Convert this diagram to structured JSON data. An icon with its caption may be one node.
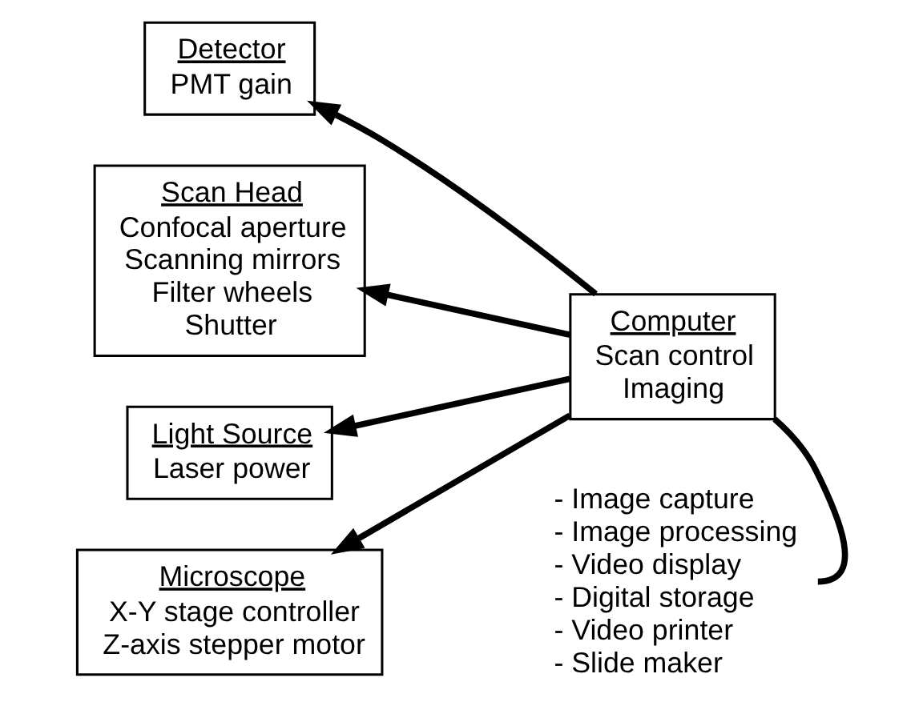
{
  "diagram": {
    "nodes": [
      {
        "text": [
          "Detector",
          "PMT gain"
        ]
      },
      {
        "text": [
          "Scan Head",
          "Confocal aperture",
          "Scanning mirrors",
          "Filter wheels",
          "Shutter"
        ]
      },
      {
        "text": [
          "Computer",
          "Scan control",
          "Imaging"
        ]
      },
      {
        "text": [
          "Light Source",
          "Laser power"
        ]
      },
      {
        "text": [
          "Microscope",
          "X-Y stage controller",
          "Z-axis stepper motor"
        ]
      },
      {
        "text": [
          "- Image capture",
          "- Image processing",
          "- Video display",
          "- Digital storage",
          "- Video printer",
          "- Slide maker"
        ]
      }
    ],
    "edges": [
      {
        "from": 2,
        "to": 0,
        "arrow": "to"
      },
      {
        "from": 2,
        "to": 1,
        "arrow": "to"
      },
      {
        "from": 2,
        "to": 3,
        "arrow": "to"
      },
      {
        "from": 2,
        "to": 4,
        "arrow": "to"
      },
      {
        "from": 2,
        "to": 5,
        "arrow": "none"
      }
    ]
  }
}
